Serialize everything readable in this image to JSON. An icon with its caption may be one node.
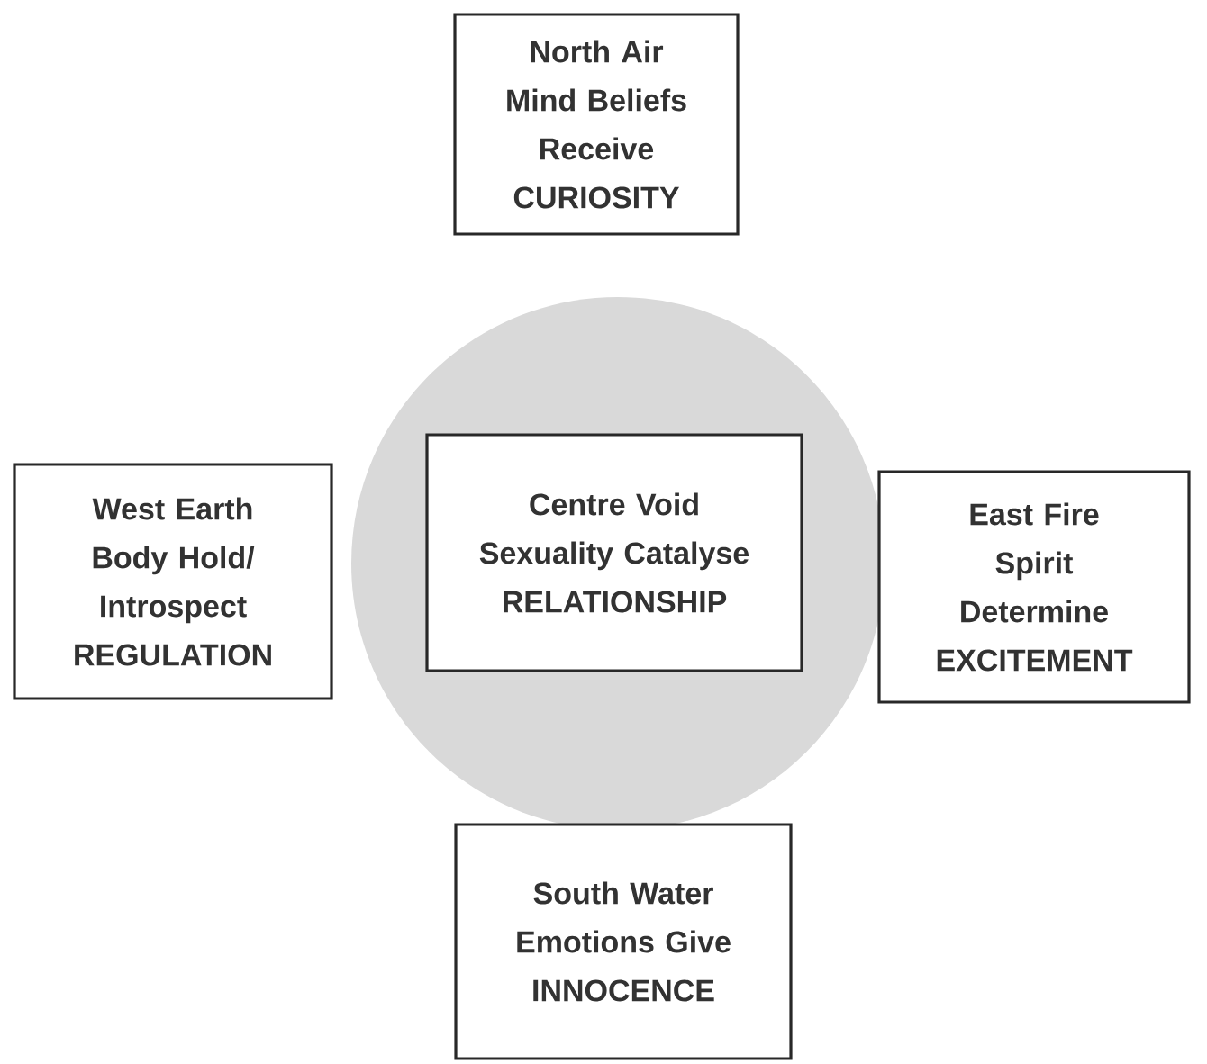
{
  "diagram": {
    "nodes": [
      {
        "text": [
          "North Air Mind Beliefs Receive CURIOSITY"
        ]
      },
      {
        "text": [],
        "shape": "circle"
      },
      {
        "text": [
          "Centre Void Sexuality Catalyse RELATIONSHIP"
        ],
        "in": 1
      },
      {
        "text": [
          "West Earth Body Hold/ Introspect REGULATION"
        ]
      },
      {
        "text": [
          "East Fire Spirit Determine EXCITEMENT"
        ]
      },
      {
        "text": [
          "South Water Emotions Give INNOCENCE"
        ]
      }
    ]
  }
}
